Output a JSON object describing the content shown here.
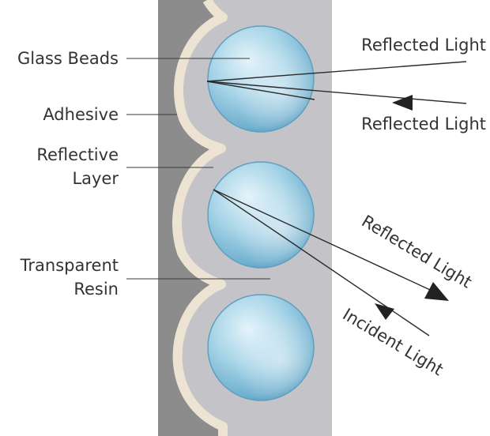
{
  "labels": {
    "glass_beads": "Glass Beads",
    "adhesive": "Adhesive",
    "reflective_line1": "Reflective",
    "reflective_line2": "Layer",
    "resin_line1": "Transparent",
    "resin_line2": "Resin",
    "reflected_top": "Reflected Light",
    "reflected_mid": "Reflected Light",
    "reflected_diag": "Reflected Light",
    "incident": "Incident Light"
  },
  "colors": {
    "adhesive": "#8c8c8c",
    "reflective_layer": "#ede3d2",
    "resin": "#c4c4c8",
    "bead": "#8fc6df",
    "text": "#333333"
  }
}
